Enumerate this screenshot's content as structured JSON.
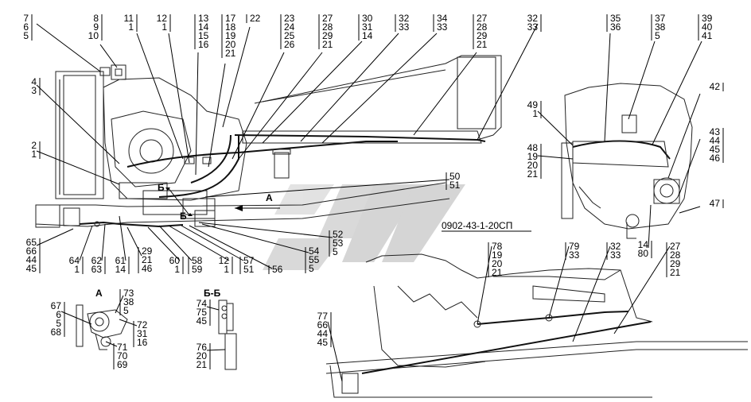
{
  "drawing_number": "0902-43-1-20СП",
  "view_labels": {
    "view_a": "А",
    "section_bb": "Б-Б",
    "arrow_a": "А",
    "cut_b_top": "Б",
    "cut_b_bottom": "Б"
  },
  "callouts": [
    {
      "lines": [
        "7",
        "6",
        "5"
      ]
    },
    {
      "lines": [
        "8",
        "9",
        "10"
      ]
    },
    {
      "lines": [
        "11",
        "1"
      ]
    },
    {
      "lines": [
        "12",
        "1"
      ]
    },
    {
      "lines": [
        "13",
        "14",
        "15",
        "16"
      ]
    },
    {
      "lines": [
        "17",
        "18",
        "19",
        "20",
        "21"
      ]
    },
    {
      "lines": [
        "22"
      ]
    },
    {
      "lines": [
        "23",
        "24",
        "25",
        "26"
      ]
    },
    {
      "lines": [
        "27",
        "28",
        "29",
        "21"
      ]
    },
    {
      "lines": [
        "30",
        "31",
        "14"
      ]
    },
    {
      "lines": [
        "32",
        "33"
      ]
    },
    {
      "lines": [
        "34",
        "33"
      ]
    },
    {
      "lines": [
        "27",
        "28",
        "29",
        "21"
      ]
    },
    {
      "lines": [
        "32",
        "33"
      ]
    },
    {
      "lines": [
        "35",
        "36"
      ]
    },
    {
      "lines": [
        "37",
        "38",
        "5"
      ]
    },
    {
      "lines": [
        "39",
        "40",
        "41"
      ]
    },
    {
      "lines": [
        "4",
        "3"
      ]
    },
    {
      "lines": [
        "42"
      ]
    },
    {
      "lines": [
        "49",
        "1"
      ]
    },
    {
      "lines": [
        "2",
        "1"
      ]
    },
    {
      "lines": [
        "48",
        "19",
        "20",
        "21"
      ]
    },
    {
      "lines": [
        "43",
        "44",
        "45",
        "46"
      ]
    },
    {
      "lines": [
        "50",
        "51"
      ]
    },
    {
      "lines": [
        "47"
      ]
    },
    {
      "lines": [
        "52",
        "53",
        "5"
      ]
    },
    {
      "lines": [
        "65",
        "66",
        "44",
        "45"
      ]
    },
    {
      "lines": [
        "64",
        "1"
      ]
    },
    {
      "lines": [
        "62",
        "63"
      ]
    },
    {
      "lines": [
        "61",
        "14"
      ]
    },
    {
      "lines": [
        "29",
        "21",
        "46"
      ]
    },
    {
      "lines": [
        "60",
        "1"
      ]
    },
    {
      "lines": [
        "58",
        "59"
      ]
    },
    {
      "lines": [
        "12",
        "1"
      ]
    },
    {
      "lines": [
        "57",
        "51"
      ]
    },
    {
      "lines": [
        "56"
      ]
    },
    {
      "lines": [
        "54",
        "55",
        "5"
      ]
    },
    {
      "lines": [
        "14",
        "80"
      ]
    },
    {
      "lines": [
        "78",
        "19",
        "20",
        "21"
      ]
    },
    {
      "lines": [
        "79",
        "33"
      ]
    },
    {
      "lines": [
        "32",
        "33"
      ]
    },
    {
      "lines": [
        "27",
        "28",
        "29",
        "21"
      ]
    },
    {
      "lines": [
        "73",
        "38",
        "5"
      ]
    },
    {
      "lines": [
        "67",
        "6",
        "5",
        "68"
      ]
    },
    {
      "lines": [
        "72",
        "31",
        "16"
      ]
    },
    {
      "lines": [
        "71",
        "70",
        "69"
      ]
    },
    {
      "lines": [
        "74",
        "75",
        "45"
      ]
    },
    {
      "lines": [
        "76",
        "20",
        "21"
      ]
    },
    {
      "lines": [
        "77",
        "66",
        "44",
        "45"
      ]
    }
  ]
}
